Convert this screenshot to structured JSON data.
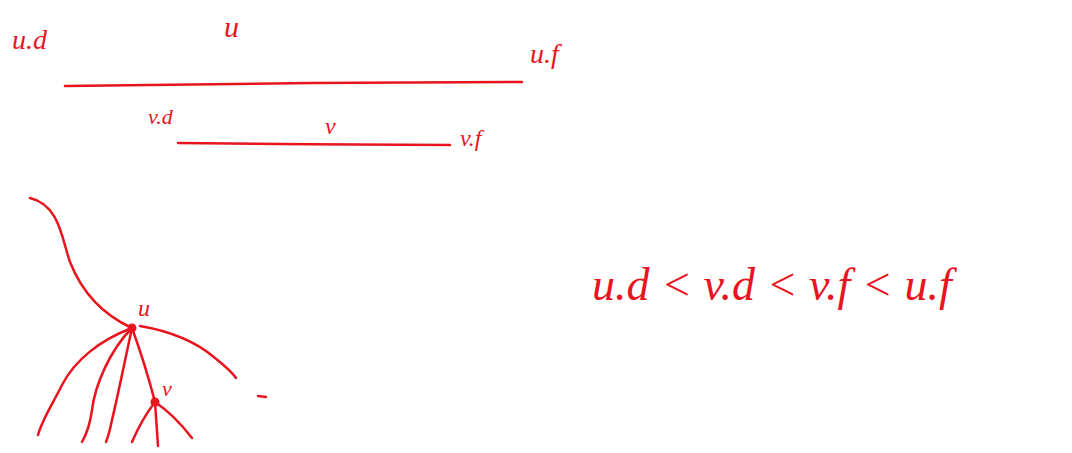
{
  "diagram": {
    "labels": [
      "u.d",
      "u",
      "u.f",
      "v.d",
      "v",
      "v.f",
      "u",
      "v",
      "u.d < v.d < v.f < u.f"
    ]
  }
}
